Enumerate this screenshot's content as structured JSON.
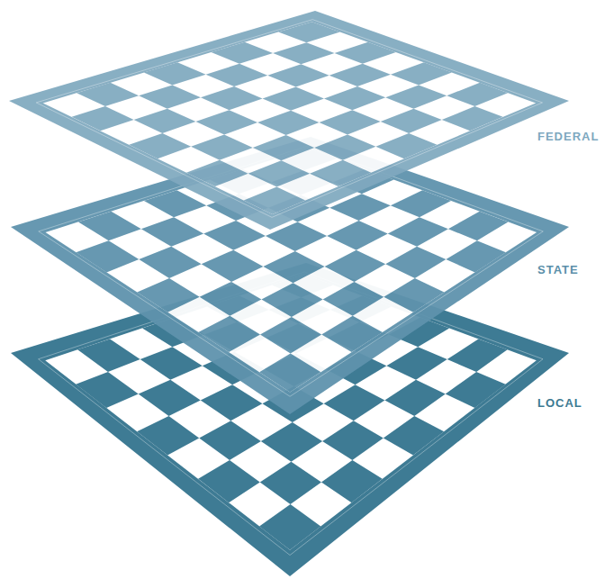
{
  "diagram": {
    "labels": [
      "FEDERAL",
      "STATE",
      "LOCAL"
    ]
  }
}
